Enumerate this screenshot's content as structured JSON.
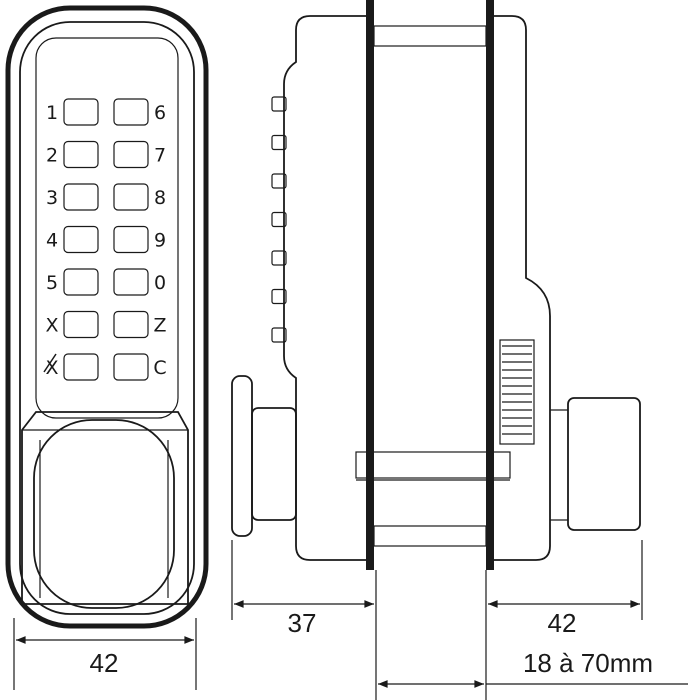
{
  "keypad": {
    "left_keys": [
      "1",
      "2",
      "3",
      "4",
      "5",
      "X",
      "X"
    ],
    "right_keys": [
      "6",
      "7",
      "8",
      "9",
      "0",
      "Z",
      "C"
    ]
  },
  "dimensions": {
    "front_width": "42",
    "inner_depth": "37",
    "outer_depth": "42",
    "door_thickness": "18 à 70mm"
  }
}
